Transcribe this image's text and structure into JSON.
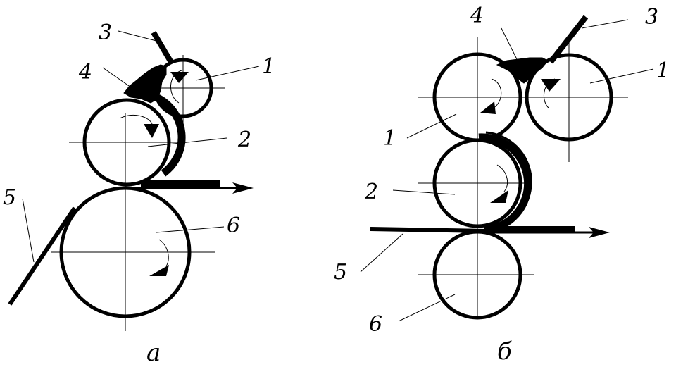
{
  "diagram_a": {
    "caption": "а",
    "labels": {
      "n1": "1",
      "n2": "2",
      "n3": "3",
      "n4": "4",
      "n5": "5",
      "n6": "6"
    }
  },
  "diagram_b": {
    "caption": "б",
    "labels": {
      "n1_right": "1",
      "n1_left": "1",
      "n2": "2",
      "n3": "3",
      "n4": "4",
      "n5": "5",
      "n6": "6"
    }
  }
}
